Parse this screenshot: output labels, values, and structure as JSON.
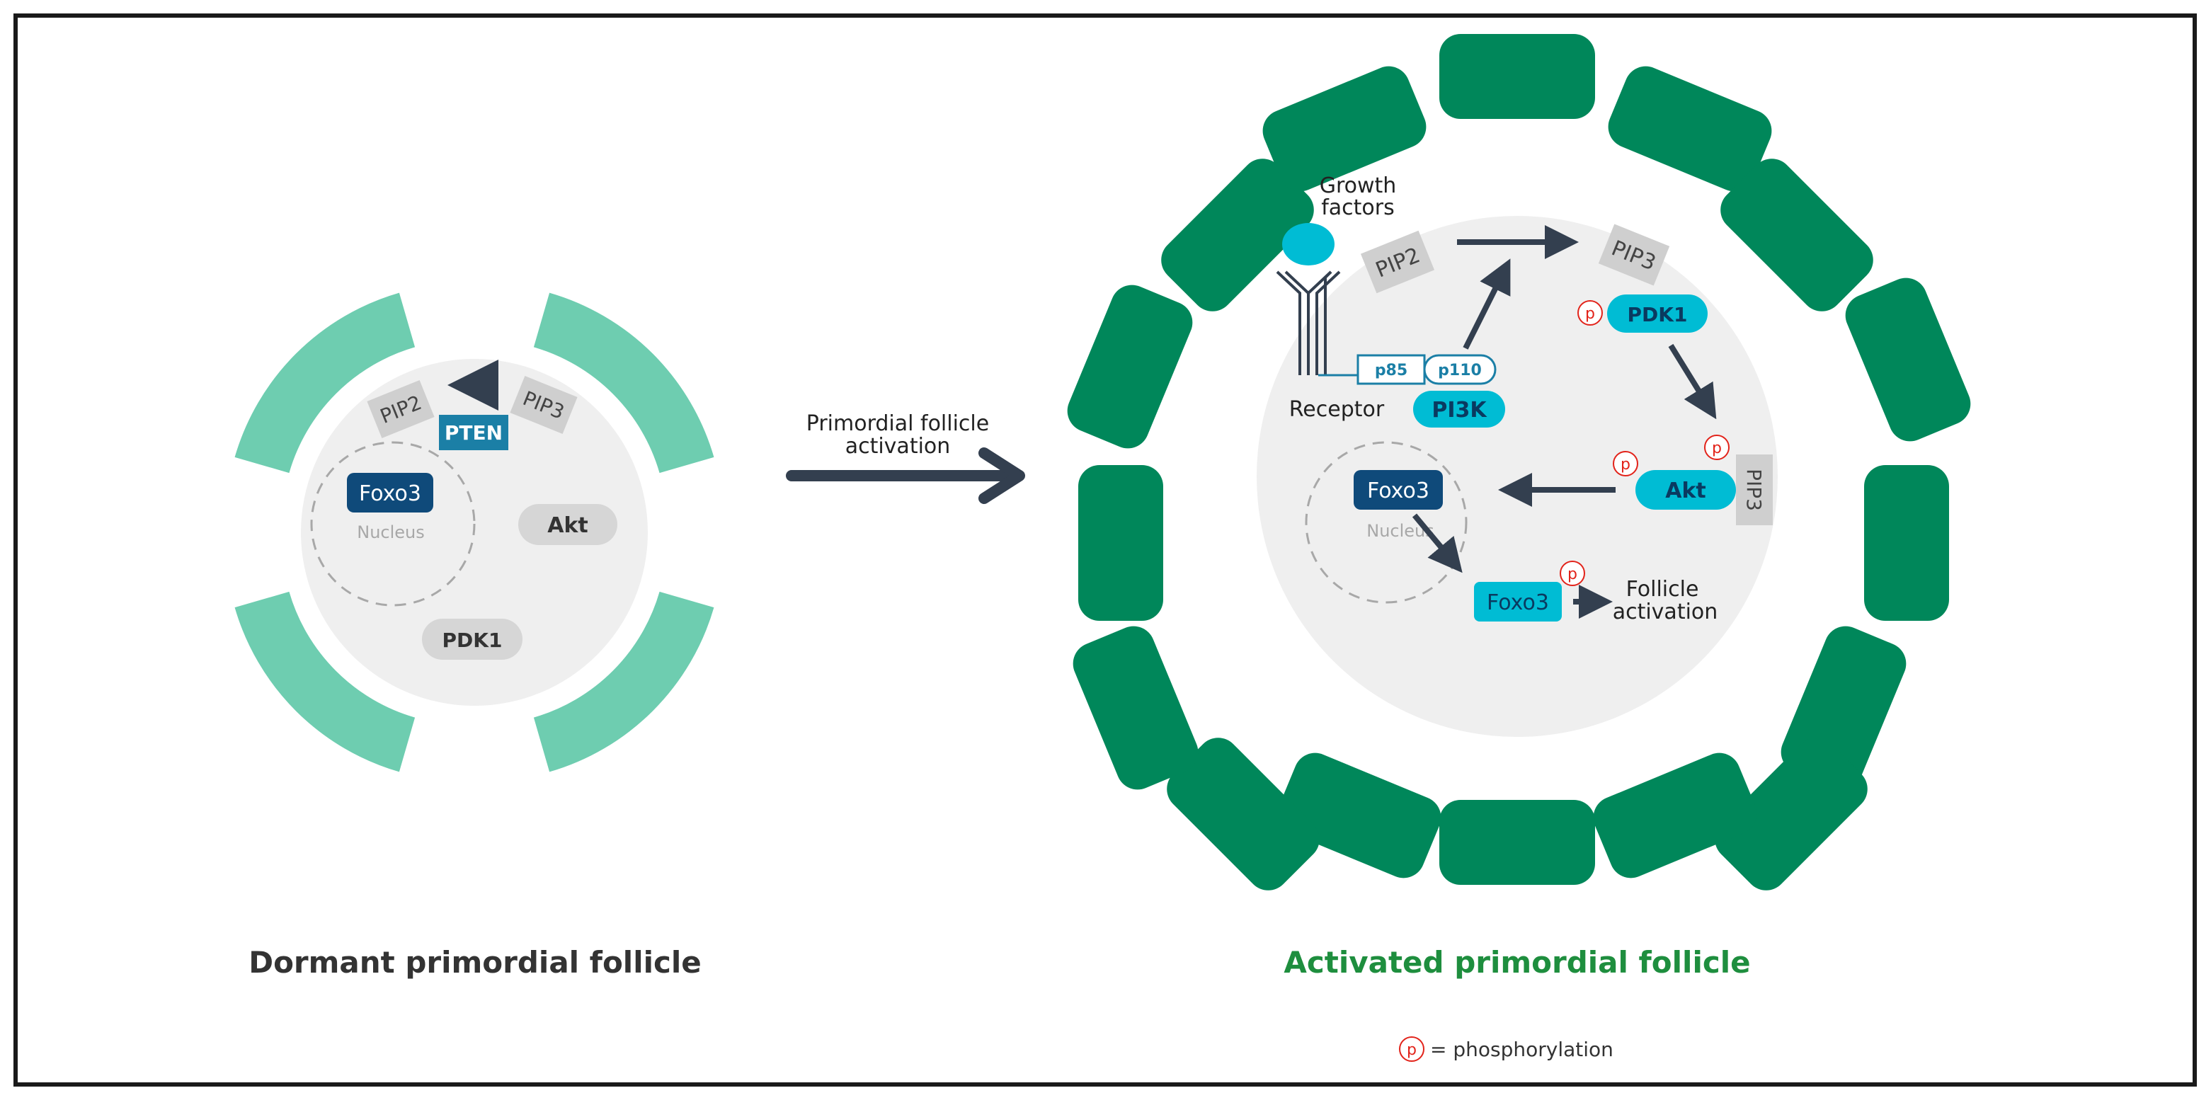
{
  "colors": {
    "frame": "#1a1a1a",
    "light_green": "#6ecdb0",
    "dark_green": "#00875a",
    "cell_bg": "#efefef",
    "dark_navy": "#333f4f",
    "navy_box": "#0f4a7a",
    "teal_box": "#1b7fa6",
    "cyan": "#00bcd4",
    "gray_pill": "#d6d6d6",
    "gray_tag": "#cfcfcf",
    "nucleus_dash": "#a8a8a8",
    "phospho_red": "#e2231a",
    "activated_text": "#1e8e3e",
    "dormant_text": "#333333"
  },
  "dormant": {
    "caption": "Dormant primordial follicle",
    "pip2": "PIP2",
    "pip3": "PIP3",
    "pten": "PTEN",
    "foxo3": "Foxo3",
    "nucleus": "Nucleus",
    "akt": "Akt",
    "pdk1": "PDK1"
  },
  "transition": {
    "label_line1": "Primordial follicle",
    "label_line2": "activation"
  },
  "activated": {
    "caption": "Activated primordial follicle",
    "growth_line1": "Growth",
    "growth_line2": "factors",
    "receptor": "Receptor",
    "p85": "p85",
    "p110": "p110",
    "pi3k": "PI3K",
    "pip2": "PIP2",
    "pip3_top": "PIP3",
    "pdk1": "PDK1",
    "akt": "Akt",
    "pip3_side": "PIP3",
    "foxo3_nuclear": "Foxo3",
    "nucleus": "Nucleus",
    "foxo3_phospho": "Foxo3",
    "follicle_line1": "Follicle",
    "follicle_line2": "activation",
    "p_symbol": "p"
  },
  "legend": {
    "symbol": "p",
    "text": "= phosphorylation"
  }
}
